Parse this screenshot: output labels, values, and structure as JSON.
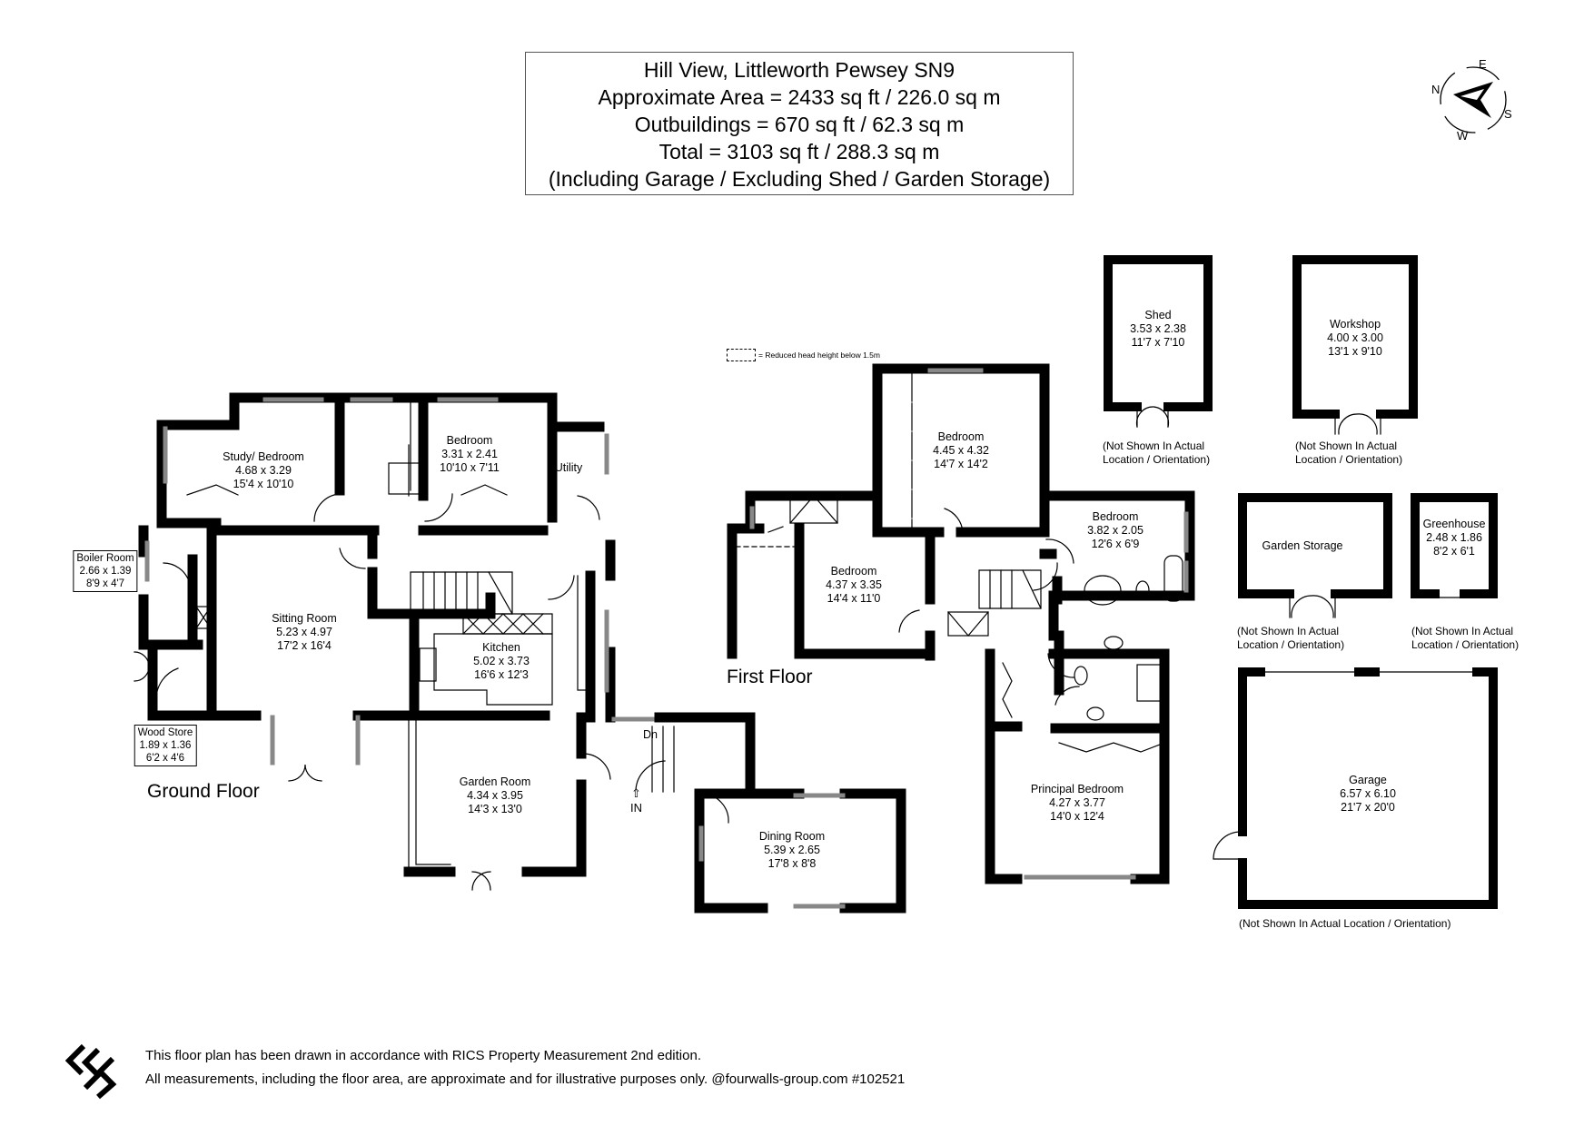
{
  "header": {
    "address": "Hill View, Littleworth Pewsey SN9",
    "approx_area": "Approximate Area = 2433 sq ft / 226.0 sq m",
    "outbuildings": "Outbuildings = 670 sq ft / 62.3 sq m",
    "total": "Total = 3103 sq ft / 288.3 sq m",
    "note": "(Including Garage / Excluding Shed / Garden Storage)"
  },
  "compass": {
    "n": "N",
    "e": "E",
    "s": "S",
    "w": "W"
  },
  "legend": {
    "text": "= Reduced head height below 1.5m"
  },
  "floors": {
    "ground": {
      "label": "Ground Floor",
      "rooms": [
        {
          "name": "Study/ Bedroom",
          "metric": "4.68 x 3.29",
          "imperial": "15'4 x 10'10"
        },
        {
          "name": "Bedroom",
          "metric": "3.31 x 2.41",
          "imperial": "10'10 x 7'11"
        },
        {
          "name": "Utility"
        },
        {
          "name": "Boiler Room",
          "metric": "2.66 x 1.39",
          "imperial": "8'9 x 4'7"
        },
        {
          "name": "Sitting Room",
          "metric": "5.23 x 4.97",
          "imperial": "17'2 x 16'4"
        },
        {
          "name": "Kitchen",
          "metric": "5.02 x 3.73",
          "imperial": "16'6 x 12'3"
        },
        {
          "name": "Wood Store",
          "metric": "1.89 x 1.36",
          "imperial": "6'2 x 4'6"
        },
        {
          "name": "Garden Room",
          "metric": "4.34 x 3.95",
          "imperial": "14'3 x 13'0"
        },
        {
          "name": "Dining Room",
          "metric": "5.39 x 2.65",
          "imperial": "17'8 x 8'8"
        }
      ],
      "dn": "Dn",
      "in": "IN"
    },
    "first": {
      "label": "First Floor",
      "rooms": [
        {
          "name": "Bedroom",
          "metric": "4.45 x 4.32",
          "imperial": "14'7 x 14'2"
        },
        {
          "name": "Bedroom",
          "metric": "4.37 x 3.35",
          "imperial": "14'4 x 11'0"
        },
        {
          "name": "Bedroom",
          "metric": "3.82 x 2.05",
          "imperial": "12'6 x 6'9"
        },
        {
          "name": "Principal Bedroom",
          "metric": "4.27 x 3.77",
          "imperial": "14'0 x 12'4"
        }
      ]
    }
  },
  "outbuildings": [
    {
      "name": "Shed",
      "metric": "3.53 x 2.38",
      "imperial": "11'7 x 7'10",
      "note": "(Not Shown In Actual Location / Orientation)"
    },
    {
      "name": "Workshop",
      "metric": "4.00 x 3.00",
      "imperial": "13'1 x 9'10",
      "note": "(Not Shown In Actual Location / Orientation)"
    },
    {
      "name": "Garden Storage",
      "note": "(Not Shown In Actual Location / Orientation)"
    },
    {
      "name": "Greenhouse",
      "metric": "2.48 x 1.86",
      "imperial": "8'2 x 6'1",
      "note": "(Not Shown In Actual Location / Orientation)"
    },
    {
      "name": "Garage",
      "metric": "6.57 x 6.10",
      "imperial": "21'7 x 20'0",
      "note": "(Not Shown In Actual Location / Orientation)"
    }
  ],
  "footer": {
    "line1": "This floor plan has been drawn in accordance with RICS Property Measurement 2nd edition.",
    "line2": "All measurements, including the floor area, are approximate and for illustrative purposes only. @fourwalls-group.com #102521"
  },
  "colors": {
    "wall": "#000000",
    "window": "#888888",
    "background": "#ffffff"
  }
}
